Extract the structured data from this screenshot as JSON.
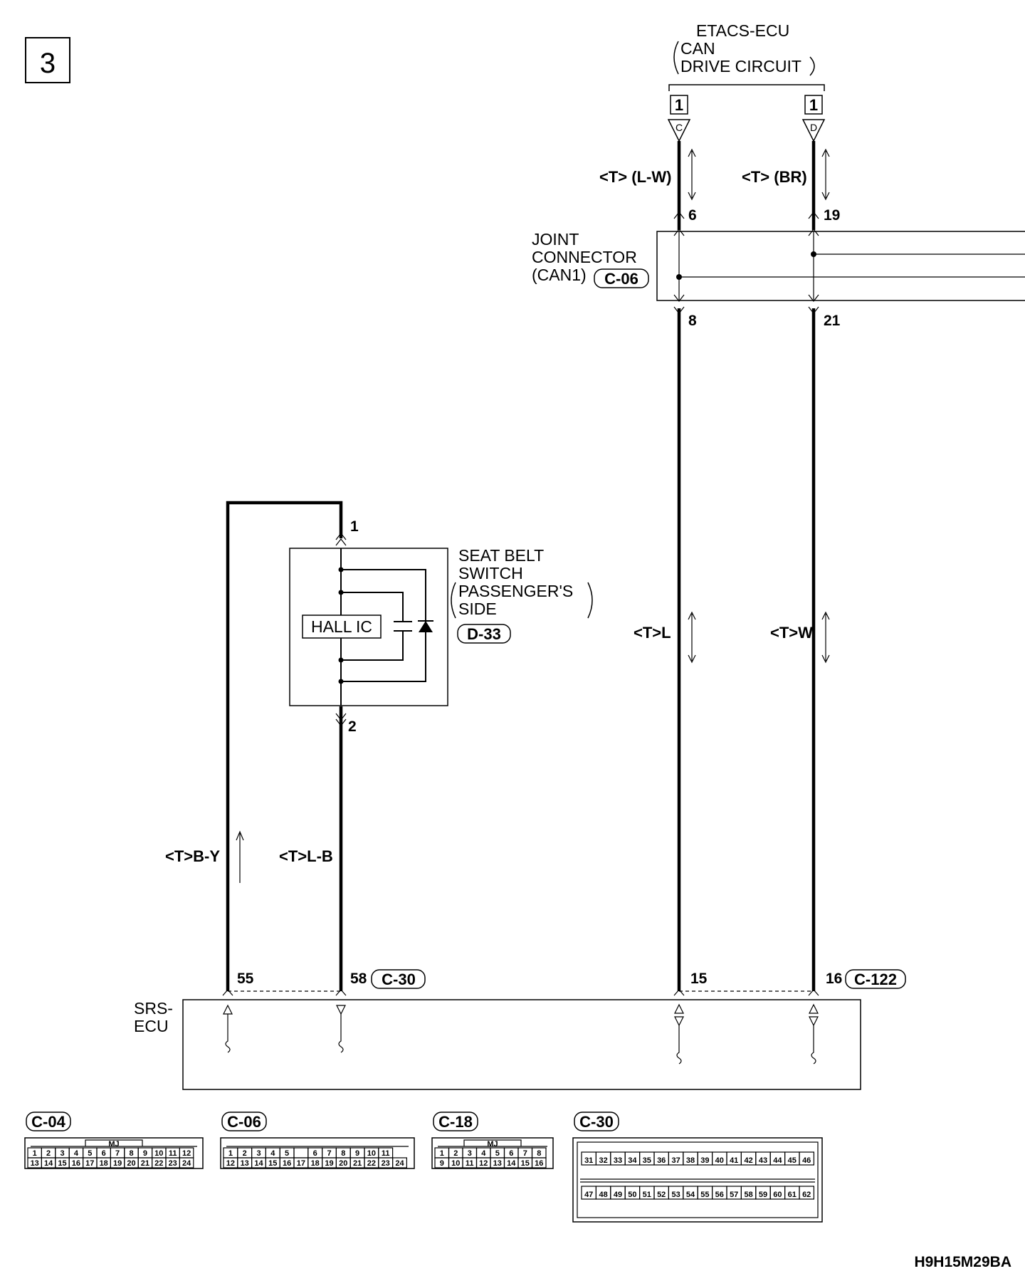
{
  "page_number": "3",
  "figure_code": "H9H15M29BA",
  "etacs": {
    "line1": "ETACS-ECU",
    "line2": "CAN",
    "line3": "DRIVE CIRCUIT",
    "term_c_num": "1",
    "term_c_letter": "C",
    "term_d_num": "1",
    "term_d_letter": "D"
  },
  "wires": {
    "can_l_top": "<T> (L-W)",
    "can_h_top": "<T> (BR)",
    "can_l_bottom": "<T>L",
    "can_h_bottom": "<T>W",
    "seatbelt_ret": "<T>B-Y",
    "seatbelt_sig": "<T>L-B"
  },
  "joint": {
    "line1": "JOINT",
    "line2": "CONNECTOR",
    "line3": "(CAN1)",
    "code": "C-06",
    "pin_in_l": "6",
    "pin_in_h": "19",
    "pin_out_l": "8",
    "pin_out_h": "21"
  },
  "seatbelt": {
    "line1": "SEAT BELT",
    "line2": "SWITCH",
    "line3": "PASSENGER'S",
    "line4": "SIDE",
    "code": "D-33",
    "hall": "HALL IC",
    "pin_top": "1",
    "pin_bottom": "2"
  },
  "srs": {
    "line1": "SRS-",
    "line2": "ECU",
    "pin_a": "55",
    "pin_b": "58",
    "pin_c": "15",
    "pin_d": "16",
    "code_left": "C-30",
    "code_right": "C-122"
  },
  "connectors": [
    {
      "code": "C-04",
      "tag": "MJ",
      "row1": [
        "1",
        "2",
        "3",
        "4",
        "5",
        "6",
        "7",
        "8",
        "9",
        "10",
        "11",
        "12"
      ],
      "row2": [
        "13",
        "14",
        "15",
        "16",
        "17",
        "18",
        "19",
        "20",
        "21",
        "22",
        "23",
        "24"
      ]
    },
    {
      "code": "C-06",
      "tag": "",
      "row1": [
        "1",
        "2",
        "3",
        "4",
        "5",
        "",
        "6",
        "7",
        "8",
        "9",
        "10",
        "11"
      ],
      "row2": [
        "12",
        "13",
        "14",
        "15",
        "16",
        "17",
        "18",
        "19",
        "20",
        "21",
        "22",
        "23",
        "24"
      ]
    },
    {
      "code": "C-18",
      "tag": "MJ",
      "row1": [
        "1",
        "2",
        "3",
        "4",
        "5",
        "6",
        "7",
        "8"
      ],
      "row2": [
        "9",
        "10",
        "11",
        "12",
        "13",
        "14",
        "15",
        "16"
      ]
    },
    {
      "code": "C-30",
      "tag": "",
      "row1": [
        "31",
        "32",
        "33",
        "34",
        "35",
        "36",
        "37",
        "38",
        "39",
        "40",
        "41",
        "42",
        "43",
        "44",
        "45",
        "46"
      ],
      "row2": [
        "47",
        "48",
        "49",
        "50",
        "51",
        "52",
        "53",
        "54",
        "55",
        "56",
        "57",
        "58",
        "59",
        "60",
        "61",
        "62"
      ]
    }
  ]
}
